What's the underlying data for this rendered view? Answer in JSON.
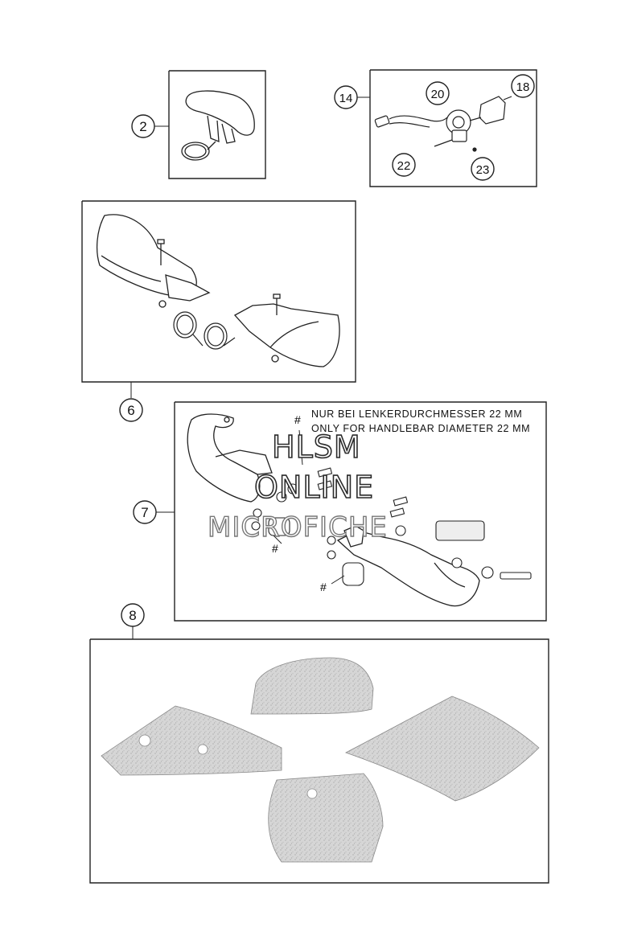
{
  "diagram": {
    "callouts": [
      "2",
      "14",
      "20",
      "18",
      "22",
      "23",
      "6",
      "7",
      "8"
    ],
    "note": {
      "line_de": "NUR BEI LENKERDURCHMESSER 22 MM",
      "line_en": "ONLY FOR HANDLEBAR DIAMETER 22 MM"
    },
    "markers": [
      "#",
      "#",
      "#"
    ]
  },
  "watermark": {
    "line1": "HLSM",
    "line2": "ONLINE",
    "line3": "MICROFICHE"
  },
  "colors": {
    "line": "#222222",
    "decal_fill": "#d4d4d4",
    "part_fill": "#ffffff"
  }
}
